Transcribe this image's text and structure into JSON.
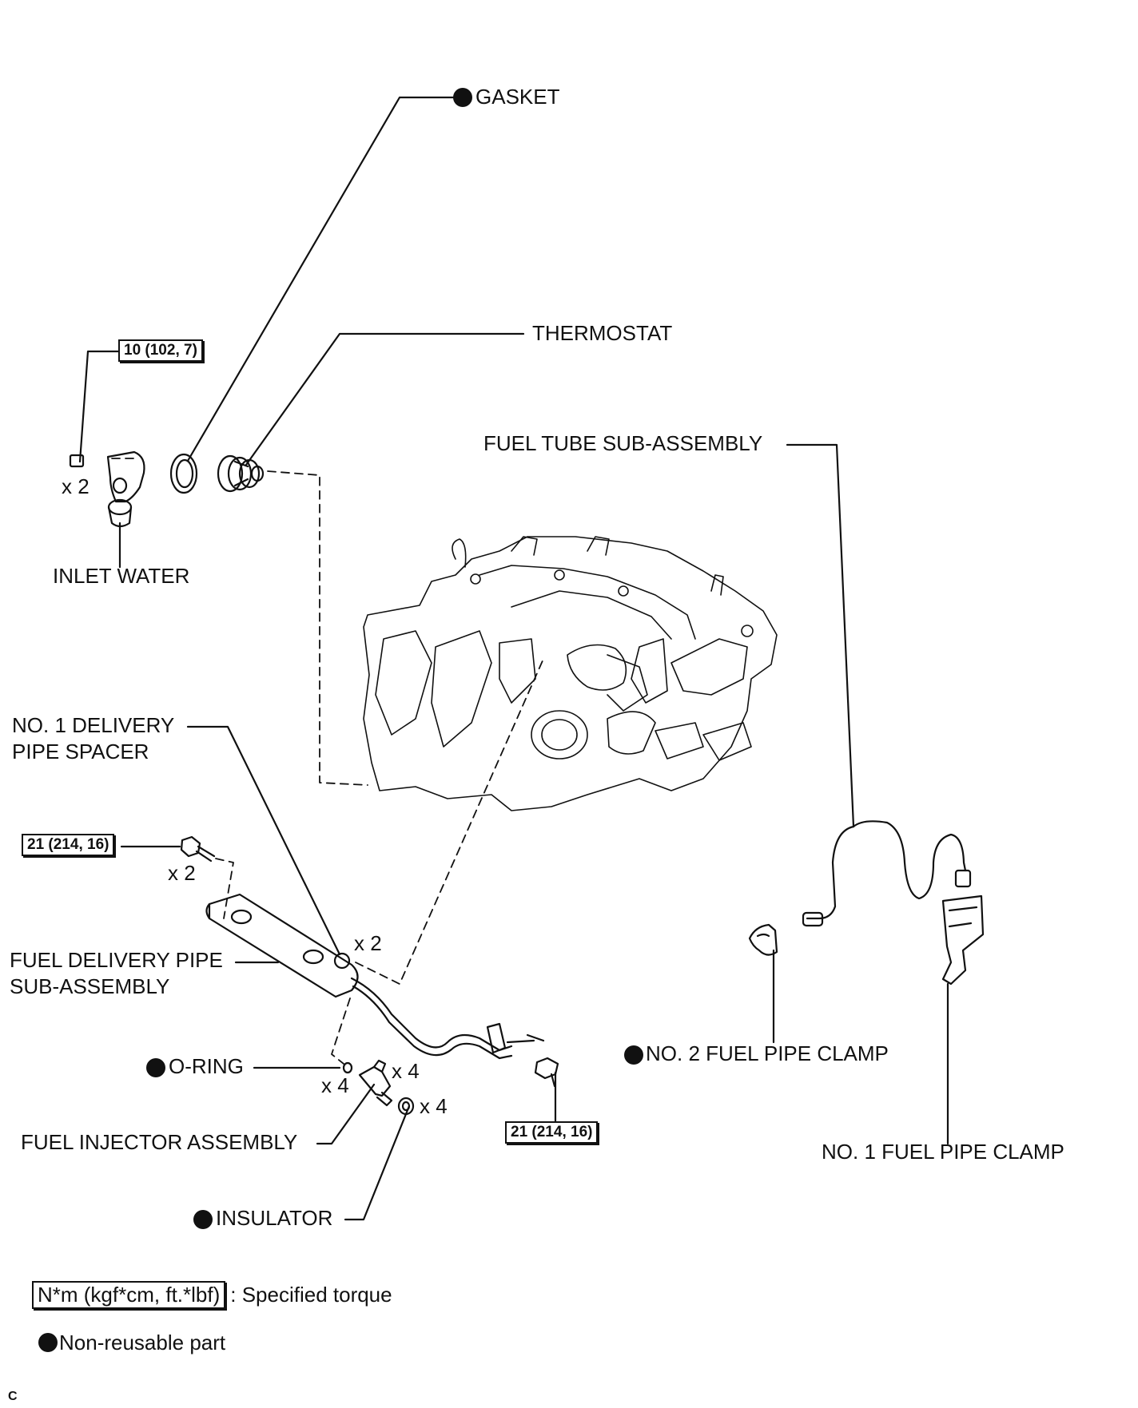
{
  "labels": {
    "gasket": "GASKET",
    "thermostat": "THERMOSTAT",
    "inlet_water": "INLET WATER",
    "fuel_tube": "FUEL TUBE SUB-ASSEMBLY",
    "delivery_spacer_1": "NO. 1 DELIVERY",
    "delivery_spacer_2": "PIPE SPACER",
    "fuel_delivery_1": "FUEL DELIVERY PIPE",
    "fuel_delivery_2": "SUB-ASSEMBLY",
    "o_ring": "O-RING",
    "fuel_injector": "FUEL INJECTOR ASSEMBLY",
    "insulator": "INSULATOR",
    "no2_clamp": "NO. 2 FUEL PIPE CLAMP",
    "no1_clamp": "NO. 1 FUEL PIPE CLAMP"
  },
  "quantities": {
    "inlet_nut": "x 2",
    "delivery_bolt": "x 2",
    "spacer": "x 2",
    "o_ring": "x 4",
    "injector": "x 4",
    "insulator": "x 4"
  },
  "torques": {
    "inlet_water": "10 (102, 7)",
    "delivery_pipe": "21 (214, 16)",
    "fuel_pipe_bolt": "21 (214, 16)"
  },
  "legend": {
    "torque_format": "N*m (kgf*cm, ft.*lbf)",
    "torque_text": ": Specified torque",
    "nonreusable_text": "Non-reusable part"
  },
  "image_code": "C"
}
